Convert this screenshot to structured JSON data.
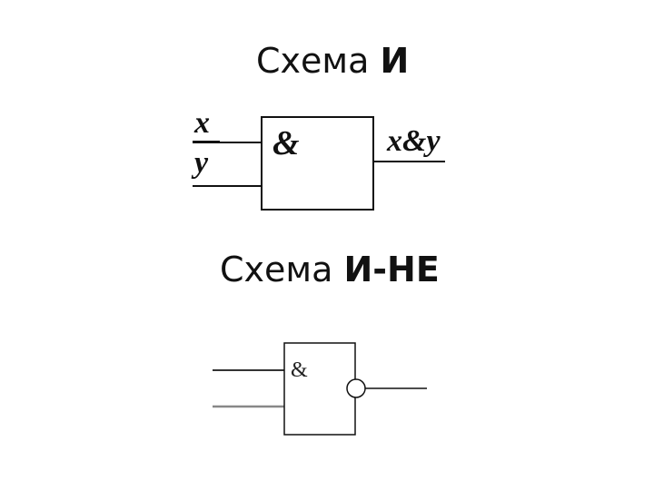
{
  "and_gate": {
    "title_prefix": "Схема ",
    "title_bold": "И",
    "symbol": "&",
    "input_x": "x",
    "input_y": "y",
    "output": "x&y"
  },
  "nand_gate": {
    "title_prefix": "Схема ",
    "title_bold": "И-НЕ",
    "symbol": "&"
  }
}
